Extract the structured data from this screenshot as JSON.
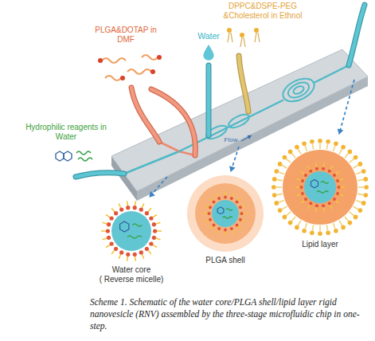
{
  "diagram": {
    "caption": "Scheme 1. Schematic of the water core/PLGA shell/lipid layer rigid nanovesicle (RNV) assembled by the three-stage microfluidic chip in one-step.",
    "nodes": [
      {
        "text": [
          "Water core",
          "( Reverse micelle)"
        ]
      },
      {
        "text": [
          "PLGA shell"
        ]
      },
      {
        "text": [
          "Lipid layer"
        ]
      }
    ],
    "labels": [
      "PLGA&DOTAP in DMF",
      "Water",
      "DPPC&DSPE-PEG &Cholesterol in Ethnol",
      "Hydrophilic reagents in Water",
      "Flow"
    ]
  }
}
